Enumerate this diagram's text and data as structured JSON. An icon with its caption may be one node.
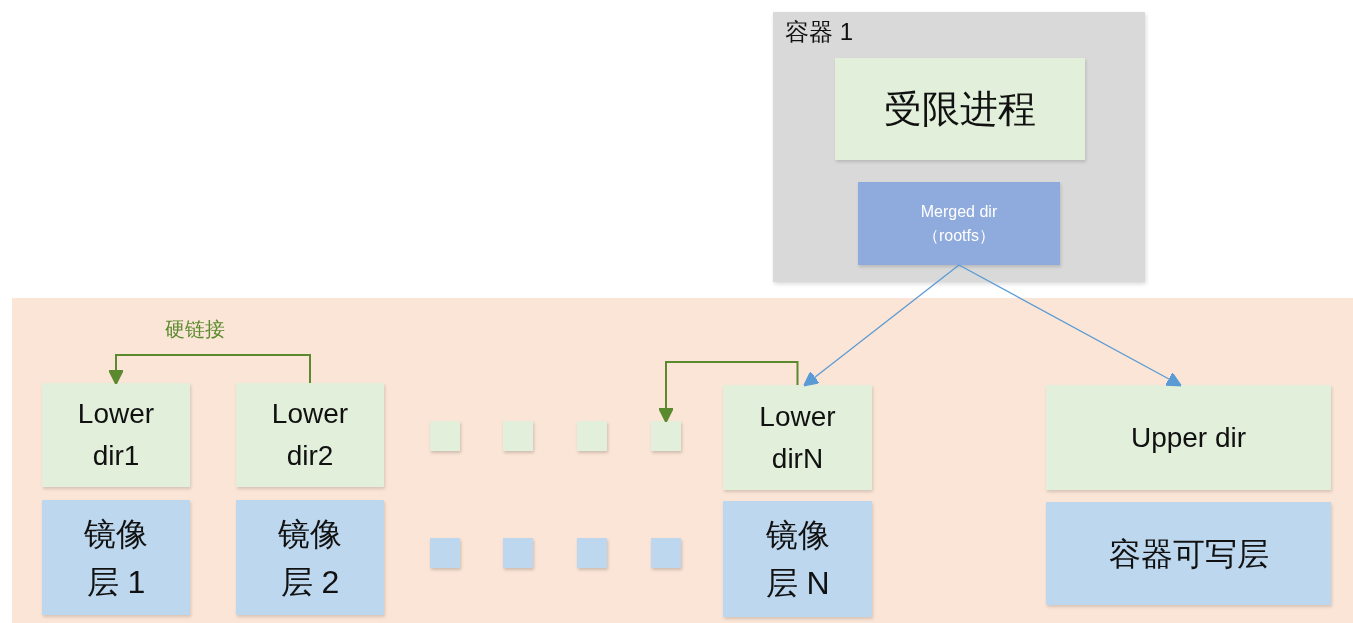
{
  "diagram": {
    "nodes": [
      {
        "text": [
          "容器 1"
        ]
      },
      {
        "text": [
          "受限进程"
        ],
        "in": 0
      },
      {
        "text": [
          "Merged dir （rootfs）"
        ],
        "in": 0
      },
      {
        "text": [],
        "shape": "box"
      },
      {
        "text": [
          "Lower dir1"
        ],
        "in": 3
      },
      {
        "text": [
          "Lower dir2"
        ],
        "in": 3
      },
      {
        "text": [],
        "shape": "box",
        "in": 3
      },
      {
        "text": [],
        "shape": "box",
        "in": 3
      },
      {
        "text": [],
        "shape": "box",
        "in": 3
      },
      {
        "text": [],
        "shape": "box",
        "in": 3
      },
      {
        "text": [
          "Lower dirN"
        ],
        "in": 3
      },
      {
        "text": [
          "Upper dir"
        ],
        "in": 3
      },
      {
        "text": [
          "镜像层 1"
        ],
        "in": 3
      },
      {
        "text": [
          "镜像层 2"
        ],
        "in": 3
      },
      {
        "text": [],
        "shape": "box",
        "in": 3
      },
      {
        "text": [],
        "shape": "box",
        "in": 3
      },
      {
        "text": [],
        "shape": "box",
        "in": 3
      },
      {
        "text": [],
        "shape": "box",
        "in": 3
      },
      {
        "text": [
          "镜像层 N"
        ],
        "in": 3
      },
      {
        "text": [
          "容器可写层"
        ],
        "in": 3
      }
    ],
    "edges": [
      {
        "from": 5,
        "to": 4,
        "arrow": "to",
        "label": "硬链接",
        "color": "#5b8a2e"
      },
      {
        "from": 10,
        "to": 9,
        "arrow": "to",
        "color": "#5b8a2e"
      },
      {
        "from": 2,
        "to": 10,
        "arrow": "to",
        "color": "#5b9bd5"
      },
      {
        "from": 2,
        "to": 11,
        "arrow": "to",
        "color": "#5b9bd5"
      }
    ]
  }
}
